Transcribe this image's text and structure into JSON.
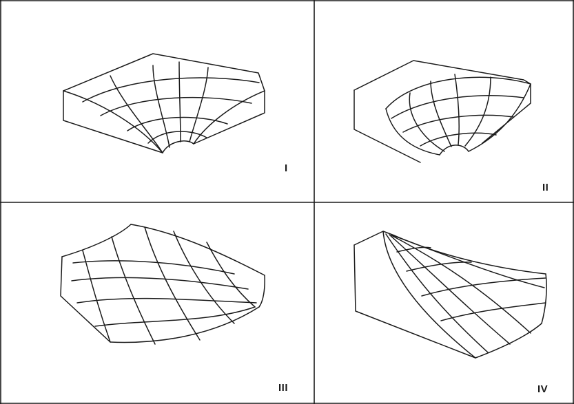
{
  "panels": [
    {
      "id": "p1",
      "label": "I"
    },
    {
      "id": "p2",
      "label": "II"
    },
    {
      "id": "p3",
      "label": "III"
    },
    {
      "id": "p4",
      "label": "IV"
    }
  ]
}
